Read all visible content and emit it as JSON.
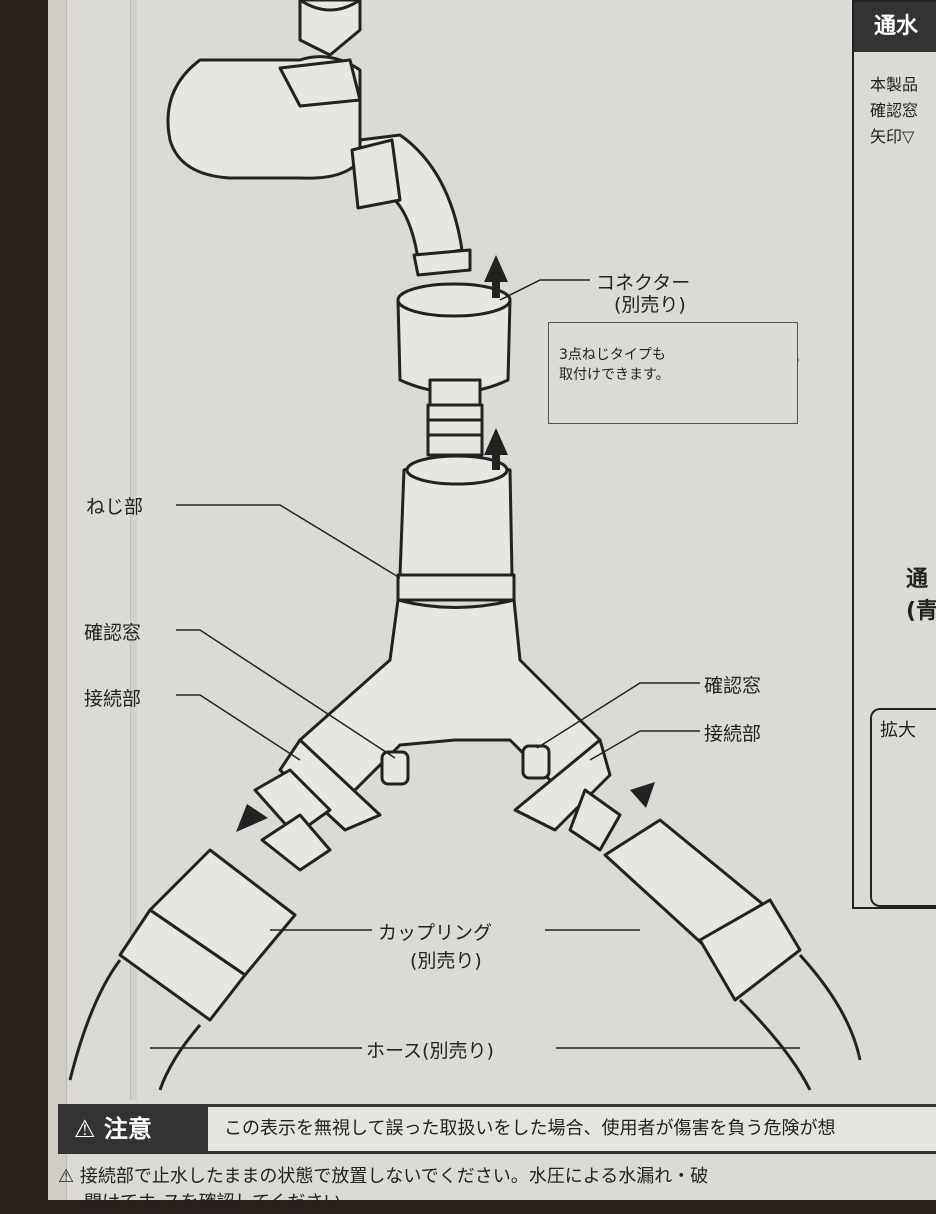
{
  "labels": {
    "connector_line1": "コネクター",
    "connector_line2": "(別売り)",
    "thread": "ねじ部",
    "window_left": "確認窓",
    "joint_left": "接続部",
    "window_right": "確認窓",
    "joint_right": "接続部",
    "coupling_line1": "カップリング",
    "coupling_line2": "(別売り)",
    "hose": "ホース(別売り)"
  },
  "note": {
    "line1": "3点ねじタイプも",
    "line2": "取付けできます。"
  },
  "side_panel": {
    "title": "通水",
    "body_line1": "本製品",
    "body_line2": "確認窓",
    "body_line3": "矢印▽",
    "heading_line1": "通",
    "heading_line2": "(青",
    "magnify_label": "拡大"
  },
  "caution": {
    "badge": "⚠ 注意",
    "message": "この表示を無視して誤った取扱いをした場合、使用者が傷害を負う危険が想",
    "line1": "⚠ 接続部で止水したままの状態で放置しないでください。水圧による水漏れ・破",
    "line2": "開けてホ-スを確認してください"
  },
  "colors": {
    "paper": "#dcdad4",
    "ink": "#222222",
    "dark_bar": "#333333"
  }
}
